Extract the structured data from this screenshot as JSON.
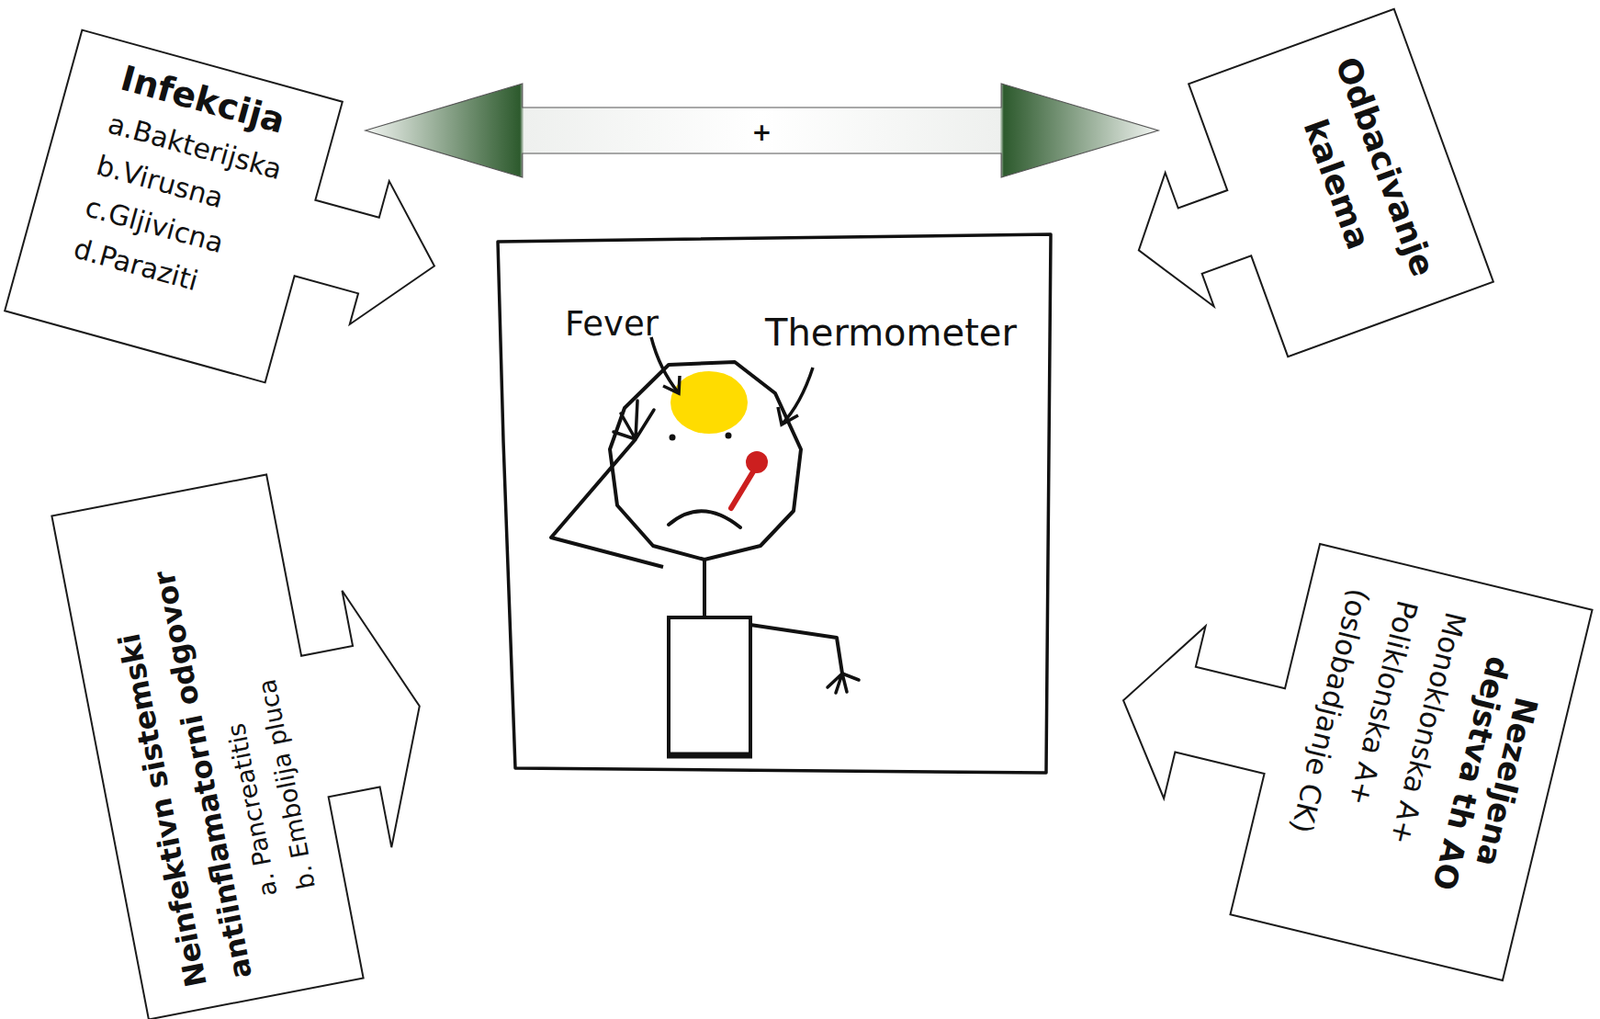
{
  "diagram": {
    "nodes": [
      {
        "text": [
          "Infekcija",
          "a.Bakterijska",
          "b.Virusna",
          "c.Gljivicna",
          "d.Paraziti"
        ]
      },
      {
        "text": [
          "Odbacivanje kalema"
        ]
      },
      {
        "text": [
          "Neinfektivn sistemski antiinflamatorni odgovor",
          "a. Pancreatitis",
          "b. Embolija pluca"
        ]
      },
      {
        "text": [
          "Nezeljena dejstva th AO",
          "Monoklonska A+",
          "Poliklonska A+ (oslobadjanje CK)"
        ]
      }
    ],
    "edges": [
      {
        "from": 0,
        "to": 1,
        "arrow": "both",
        "label": "+"
      }
    ],
    "labels": [
      "Fever",
      "Thermometer"
    ]
  }
}
